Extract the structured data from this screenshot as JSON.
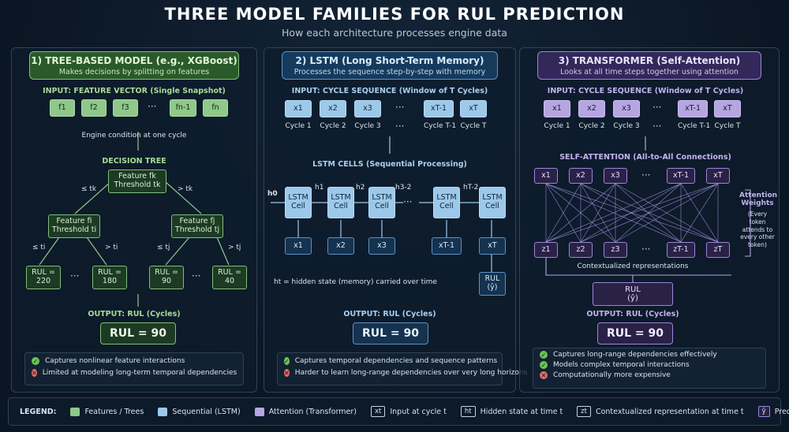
{
  "title": "THREE MODEL FAMILIES FOR RUL PREDICTION",
  "subtitle": "How each architecture processes engine data",
  "tree": {
    "header_title": "1) TREE-BASED MODEL (e.g., XGBoost)",
    "header_sub": "Makes decisions by splitting on features",
    "input_label": "INPUT: FEATURE VECTOR (Single Snapshot)",
    "features": [
      "f1",
      "f2",
      "f3",
      "fn-1",
      "fn"
    ],
    "dots": "···",
    "engine_caption": "Engine condition at one cycle",
    "decision_label": "DECISION TREE",
    "root_line1": "Feature fk",
    "root_line2": "Threshold tk",
    "left_branch": "≤ tk",
    "right_branch": "> tk",
    "node_i_line1": "Feature fi",
    "node_i_line2": "Threshold ti",
    "node_j_line1": "Feature fj",
    "node_j_line2": "Threshold tj",
    "le_ti": "≤ ti",
    "gt_ti": "> ti",
    "le_tj": "≤ tj",
    "gt_tj": "> tj",
    "leaves": [
      "RUL = 220",
      "RUL = 180",
      "RUL = 90",
      "RUL = 40"
    ],
    "output_label": "OUTPUT: RUL (Cycles)",
    "output_value": "RUL = 90",
    "pro": "Captures nonlinear feature interactions",
    "con": "Limited at modeling long-term temporal dependencies"
  },
  "lstm": {
    "header_title": "2) LSTM (Long Short-Term Memory)",
    "header_sub": "Processes the sequence step-by-step with memory",
    "input_label": "INPUT: CYCLE SEQUENCE (Window of T Cycles)",
    "tokens": [
      "x1",
      "x2",
      "x3",
      "xT-1",
      "xT"
    ],
    "cycles": [
      "Cycle 1",
      "Cycle 2",
      "Cycle 3",
      "Cycle T-1",
      "Cycle T"
    ],
    "dots": "···",
    "cells_label": "LSTM CELLS (Sequential Processing)",
    "cell": "LSTM Cell",
    "h0": "h0",
    "h1": "h1",
    "h2": "h2",
    "h3": "h3-2",
    "hT2": "hT-2",
    "ht_note": "ht  =  hidden state (memory) carried over time",
    "rul_line1": "RUL",
    "rul_line2": "(ŷ)",
    "output_label": "OUTPUT: RUL (Cycles)",
    "output_value": "RUL = 90",
    "pro": "Captures temporal dependencies and sequence patterns",
    "con": "Harder to learn long-range dependencies over very long horizons"
  },
  "transformer": {
    "header_title": "3) TRANSFORMER (Self-Attention)",
    "header_sub": "Looks at all time steps together using attention",
    "input_label": "INPUT: CYCLE SEQUENCE (Window of T Cycles)",
    "tokens": [
      "x1",
      "x2",
      "x3",
      "xT-1",
      "xT"
    ],
    "cycles": [
      "Cycle 1",
      "Cycle 2",
      "Cycle 3",
      "Cycle T-1",
      "Cycle T"
    ],
    "dots": "···",
    "attn_label": "SELF-ATTENTION (All-to-All Connections)",
    "z_tokens": [
      "z1",
      "z2",
      "z3",
      "zT-1",
      "zT"
    ],
    "weights_title": "Attention Weights",
    "weights_note": "(Every token attends to every other token)",
    "ctx_label": "Contextualized representations",
    "rul_line1": "RUL",
    "rul_line2": "(ŷ)",
    "output_label": "OUTPUT: RUL (Cycles)",
    "output_value": "RUL = 90",
    "pro1": "Captures long-range dependencies effectively",
    "pro2": "Models complex temporal interactions",
    "con": "Computationally more expensive"
  },
  "legend": {
    "title": "LEGEND:",
    "features": "Features / Trees",
    "sequential": "Sequential (LSTM)",
    "attention": "Attention (Transformer)",
    "x_sym": "xt",
    "x_desc": "Input at cycle t",
    "h_sym": "ht",
    "h_desc": "Hidden state at time t",
    "z_sym": "zt",
    "z_desc": "Contextualized representation at time t",
    "y_sym": "ŷ",
    "y_desc": "Predicted RUL"
  },
  "colors": {
    "green": "#8fc88a",
    "blue": "#9cc8ea",
    "purple": "#b5a6e2",
    "check": "#6cc35a",
    "cross": "#e06d6d"
  }
}
